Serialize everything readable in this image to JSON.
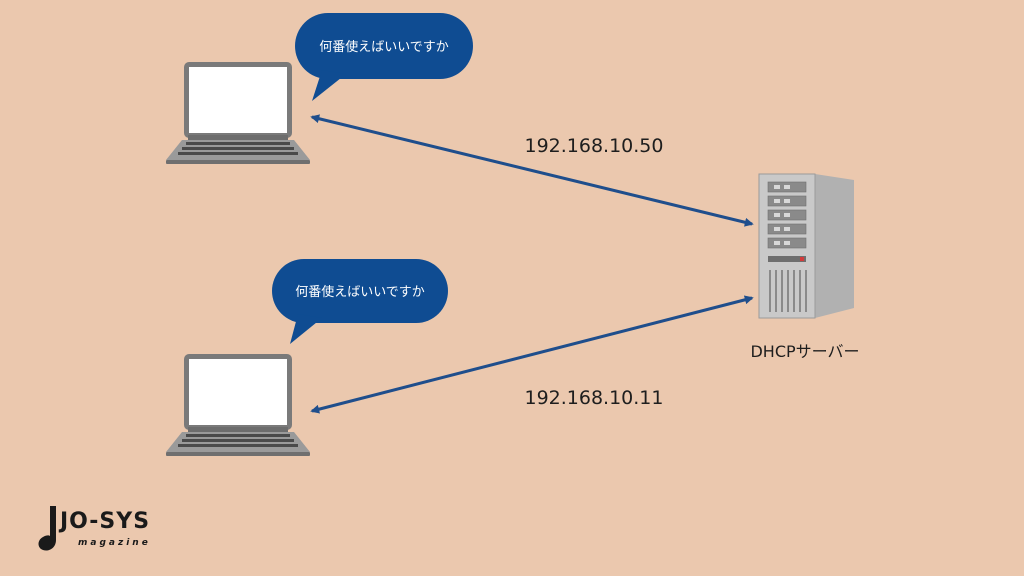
{
  "diagram": {
    "clients": [
      {
        "bubble_text": "何番使えばいいですか",
        "ip_address": "192.168.10.50"
      },
      {
        "bubble_text": "何番使えばいいですか",
        "ip_address": "192.168.10.11"
      }
    ],
    "server": {
      "label": "DHCPサーバー"
    }
  },
  "logo": {
    "main": "JO-SYS",
    "sub": "magazine"
  },
  "colors": {
    "background": "#ebc8ae",
    "arrow": "#1f4e8c",
    "bubble": "#0f4c92",
    "laptop_body": "#8a8a8a",
    "screen": "#ffffff"
  }
}
